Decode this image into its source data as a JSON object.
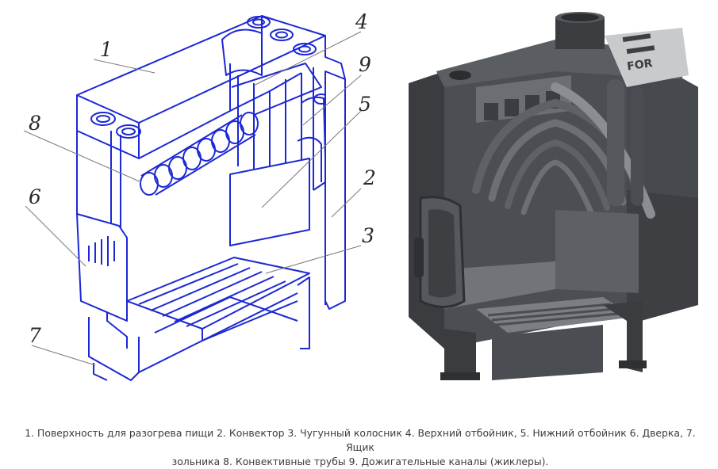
{
  "callouts": {
    "c1": "1",
    "c2": "2",
    "c3": "3",
    "c4": "4",
    "c5": "5",
    "c6": "6",
    "c7": "7",
    "c8": "8",
    "c9": "9"
  },
  "photo_label": "FOR",
  "caption": {
    "line1": "1. Поверхность для разогрева пищи 2. Конвектор 3. Чугунный колосник 4. Верхний отбойник, 5. Нижний отбойник 6. Дверка, 7. Ящик",
    "line2": "зольника 8. Конвективные трубы 9. Дожигательные каналы (жиклеры)."
  },
  "colors": {
    "line_drawing": "#1c28d4",
    "callout_line": "#7a7a7a",
    "render_dark": "#3d3f42",
    "render_mid": "#55585c",
    "render_light": "#7b7e82",
    "caption_text": "#3b3b3b"
  }
}
